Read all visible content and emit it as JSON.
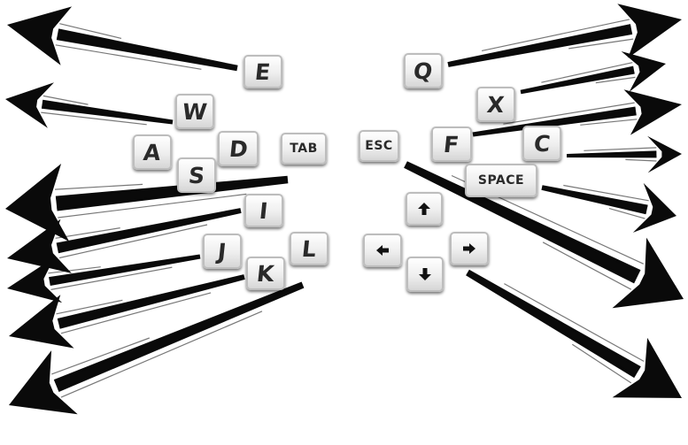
{
  "keys": {
    "e": "E",
    "w": "W",
    "a": "A",
    "s": "S",
    "d": "D",
    "tab": "TAB",
    "i": "I",
    "j": "J",
    "k": "K",
    "l": "L",
    "q": "Q",
    "x": "X",
    "esc": "ESC",
    "f": "F",
    "c": "C",
    "space": "SPACE"
  },
  "arrow_keys": [
    "up-arrow-icon",
    "left-arrow-icon",
    "right-arrow-icon",
    "down-arrow-icon"
  ],
  "colors": {
    "background": "#ffffff",
    "arrow": "#0a0a0a",
    "key_face": "#eeeeee",
    "key_text": "#2a2a2a"
  }
}
